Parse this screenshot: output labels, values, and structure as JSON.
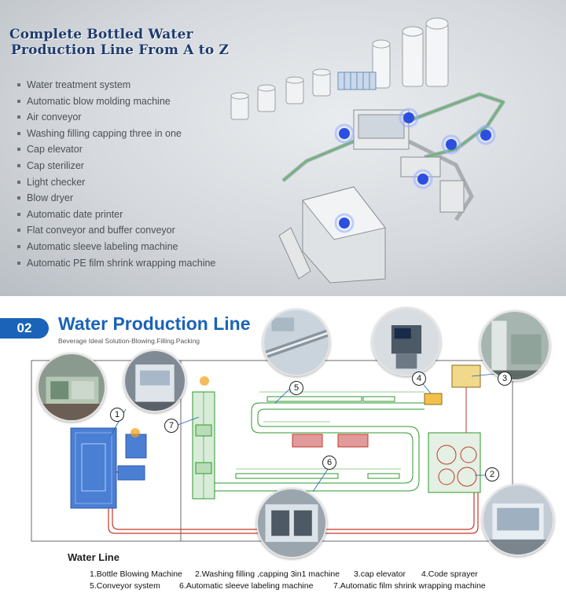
{
  "top": {
    "title_line1": "Complete Bottled Water",
    "title_line2": "Production Line From A to Z",
    "features": [
      "Water treatment system",
      "Automatic blow molding machine",
      "Air conveyor",
      "Washing filling capping three in one",
      "Cap elevator",
      "Cap sterilizer",
      "Light checker",
      "Blow dryer",
      "Automatic date printer",
      "Flat conveyor and buffer conveyor",
      "Automatic sleeve labeling machine",
      "Automatic PE film shrink wrapping machine"
    ]
  },
  "section": {
    "number": "02",
    "title": "Water Production Line",
    "subtitle": "Beverage Ideal Solution-Blowing.Filling.Packing"
  },
  "photo_numbers": [
    "1",
    "2",
    "3",
    "4",
    "5",
    "6",
    "7"
  ],
  "water_line": {
    "title": "Water Line",
    "legend": [
      "1.Bottle Blowing Machine",
      "2.Washing filling ,capping 3in1 machine",
      "3.cap elevator",
      "4.Code sprayer",
      "5.Conveyor system",
      "6.Automatic sleeve labeling machine",
      "7.Automatic film shrink wrapping machine"
    ]
  },
  "colors": {
    "brand_blue": "#1a63b8",
    "conveyor_green": "#2e9a2e",
    "machine_blue": "#4a7fd4",
    "accent_red": "#c0392b"
  }
}
